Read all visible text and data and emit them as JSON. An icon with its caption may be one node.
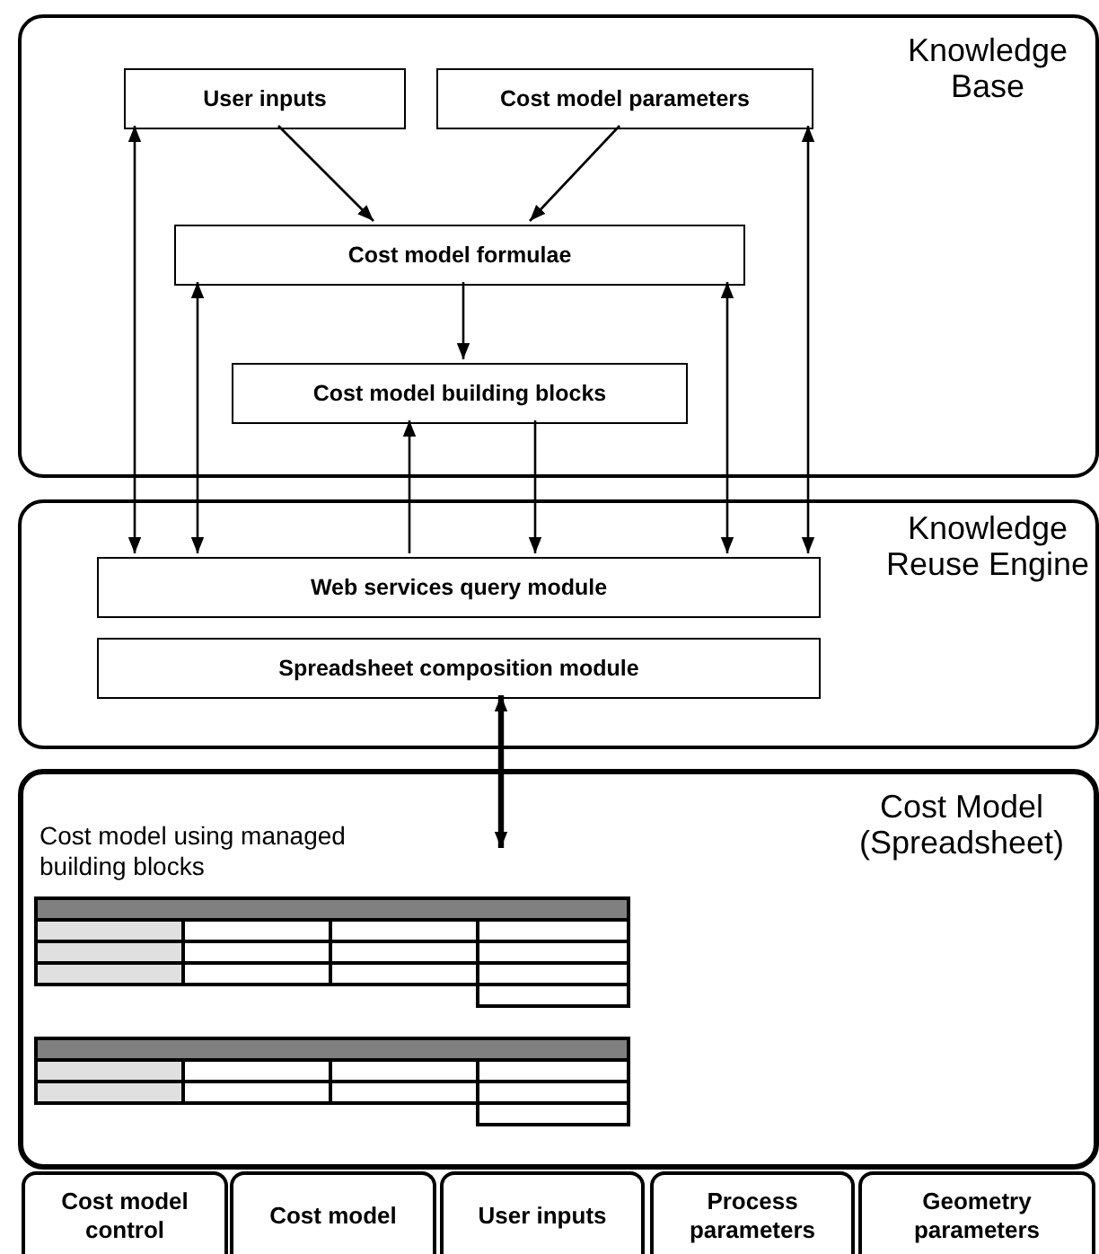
{
  "diagram": {
    "nodes": [
      {
        "text": [
          "Knowledge Base"
        ]
      },
      {
        "text": [
          "User inputs"
        ],
        "in": 0
      },
      {
        "text": [
          "Cost model parameters"
        ],
        "in": 0
      },
      {
        "text": [
          "Cost model  formulae"
        ],
        "in": 0
      },
      {
        "text": [
          "Cost model  building blocks"
        ],
        "in": 0
      },
      {
        "text": [
          "Knowledge Reuse Engine"
        ]
      },
      {
        "text": [
          "Web services query module"
        ],
        "in": 5
      },
      {
        "text": [
          "Spreadsheet composition module"
        ],
        "in": 5
      },
      {
        "text": [
          "Cost Model (Spreadsheet)"
        ]
      },
      {
        "text": [
          "Cost model control"
        ]
      },
      {
        "text": [
          "Cost model"
        ]
      },
      {
        "text": [
          "User inputs"
        ]
      },
      {
        "text": [
          "Process parameters"
        ]
      },
      {
        "text": [
          "Geometry parameters"
        ]
      }
    ],
    "edges": [
      {
        "from": 1,
        "to": 3,
        "arrow": "to"
      },
      {
        "from": 2,
        "to": 3,
        "arrow": "to"
      },
      {
        "from": 3,
        "to": 4,
        "arrow": "to"
      },
      {
        "from": 1,
        "to": 6,
        "arrow": "both"
      },
      {
        "from": 3,
        "to": 6,
        "arrow": "both"
      },
      {
        "from": 6,
        "to": 4,
        "arrow": "to"
      },
      {
        "from": 4,
        "to": 6,
        "arrow": "to"
      },
      {
        "from": 3,
        "to": 6,
        "arrow": "both"
      },
      {
        "from": 2,
        "to": 6,
        "arrow": "both"
      },
      {
        "from": 7,
        "to": 8,
        "arrow": "both",
        "style": "thick"
      }
    ],
    "labels": [
      "Cost model using managed building blocks"
    ]
  }
}
